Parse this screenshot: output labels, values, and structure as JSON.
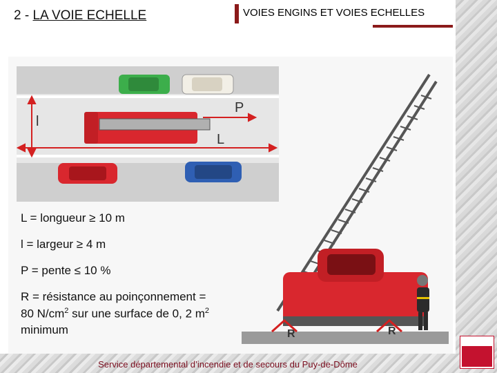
{
  "slide": {
    "number": "2 -",
    "title": "LA VOIE ECHELLE"
  },
  "header": {
    "text": "VOIES ENGINS ET  VOIES ECHELLES"
  },
  "diagram": {
    "label_l": "l",
    "label_p": "P",
    "label_L": "L",
    "label_R_left": "R",
    "label_R_right": "R"
  },
  "formulas": {
    "line1": "L = longueur ≥ 10 m",
    "line2": "l = largeur ≥ 4 m",
    "line3": "P = pente ≤ 10 %",
    "line4a": "R = résistance au poinçonnement =",
    "line4b_value": "80 N/cm",
    "line4b_rest": " sur une surface de 0, 2 m",
    "superscript": "2",
    "line4c": "minimum"
  },
  "footer": {
    "text": "Service départemental d’incendie et de secours du Puy-de-Dôme"
  },
  "colors": {
    "accent": "#8b1a1a",
    "footer": "#7a0d1e",
    "arrow_red": "#d42020",
    "truck_red": "#d9272e"
  }
}
